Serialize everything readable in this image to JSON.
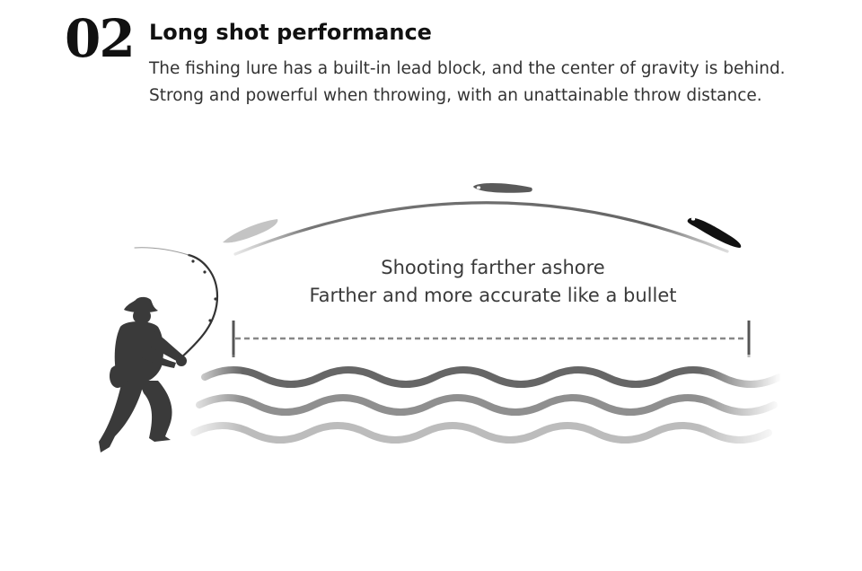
{
  "section": {
    "number": "02",
    "title": "Long shot performance",
    "description": [
      "The fishing lure has a built-in lead block, and the center of gravity is behind.",
      "Strong and powerful when throwing, with an unattainable throw distance."
    ]
  },
  "illustration": {
    "caption_lines": [
      "Shooting farther ashore",
      "Farther and more accurate like a bullet"
    ],
    "icons": {
      "angler": "fisherman-casting-icon",
      "lure": "fishing-lure-icon",
      "water": "wave-lines"
    },
    "colors": {
      "lure_light": "#c4c4c4",
      "lure_mid": "#5a5a5a",
      "lure_dark": "#111111",
      "wave_top": "#666666",
      "wave_mid": "#8f8f8f",
      "wave_bottom": "#bcbcbc",
      "silhouette": "#3a3a3a"
    }
  }
}
